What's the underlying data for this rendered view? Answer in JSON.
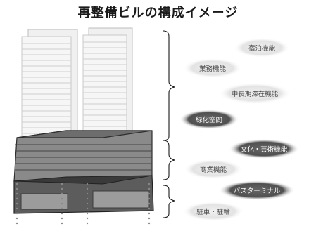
{
  "title": "再整備ビルの構成イメージ",
  "functions": [
    {
      "label": "宿泊機能",
      "tone": "light"
    },
    {
      "label": "業務機能",
      "tone": "light"
    },
    {
      "label": "中長期滞在機能",
      "tone": "light"
    },
    {
      "label": "緑化空間",
      "tone": "dark"
    },
    {
      "label": "文化・芸術機能",
      "tone": "dark"
    },
    {
      "label": "商業機能",
      "tone": "light"
    },
    {
      "label": "バスターミナル",
      "tone": "dark"
    },
    {
      "label": "駐車・駐輪",
      "tone": "light"
    }
  ],
  "colors": {
    "tower_fill": "#efefef",
    "tower_stroke": "#c4c4c4",
    "podium_fill": "#6c6c6c",
    "base_fill": "#3a3a3a",
    "light_ellipse": "#e6e6e6",
    "dark_ellipse": "#555555"
  }
}
